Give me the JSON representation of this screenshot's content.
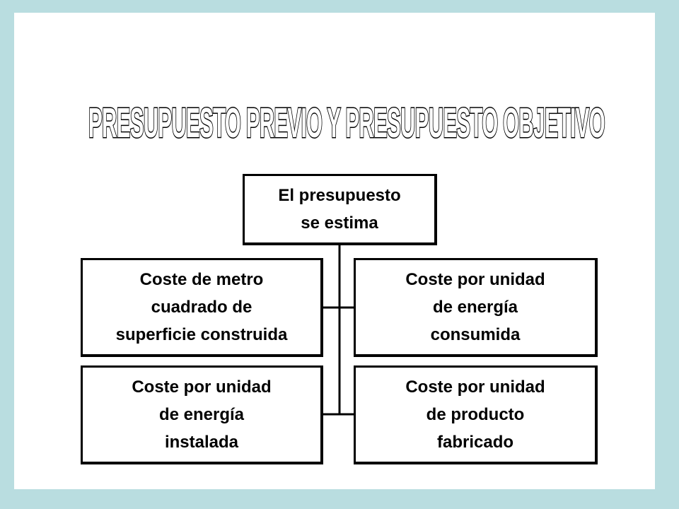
{
  "title": "PRESUPUESTO PREVIO Y PRESUPUESTO OBJETIVO",
  "diagram": {
    "root": "El presupuesto\nse estima",
    "items": [
      "Coste de metro\ncuadrado de\nsuperficie construida",
      "Coste por unidad\nde energía\nconsumida",
      "Coste por unidad\nde energía\ninstalada",
      "Coste por unidad\nde producto\nfabricado"
    ]
  },
  "colors": {
    "background": "#b9dde0",
    "slide": "#ffffff",
    "ink": "#000000"
  }
}
